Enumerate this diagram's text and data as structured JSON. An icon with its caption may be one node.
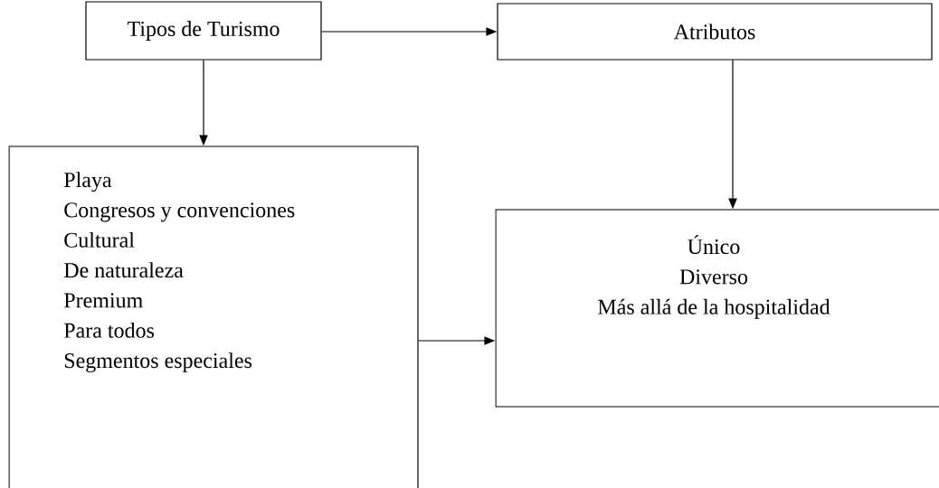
{
  "diagram": {
    "nodes": [
      {
        "text": [
          "Tipos de Turismo"
        ]
      },
      {
        "text": [
          "Atributos"
        ]
      },
      {
        "text": [
          "Playa",
          "Congresos y convenciones",
          "Cultural",
          "De naturaleza",
          "Premium",
          "Para todos",
          "Segmentos especiales"
        ]
      },
      {
        "text": [
          "Único",
          "Diverso",
          "Más allá de la hospitalidad"
        ]
      }
    ],
    "edges": [
      {
        "from": 0,
        "to": 1,
        "arrow": "to"
      },
      {
        "from": 0,
        "to": 2,
        "arrow": "to"
      },
      {
        "from": 1,
        "to": 3,
        "arrow": "to"
      },
      {
        "from": 2,
        "to": 3,
        "arrow": "to"
      }
    ]
  }
}
